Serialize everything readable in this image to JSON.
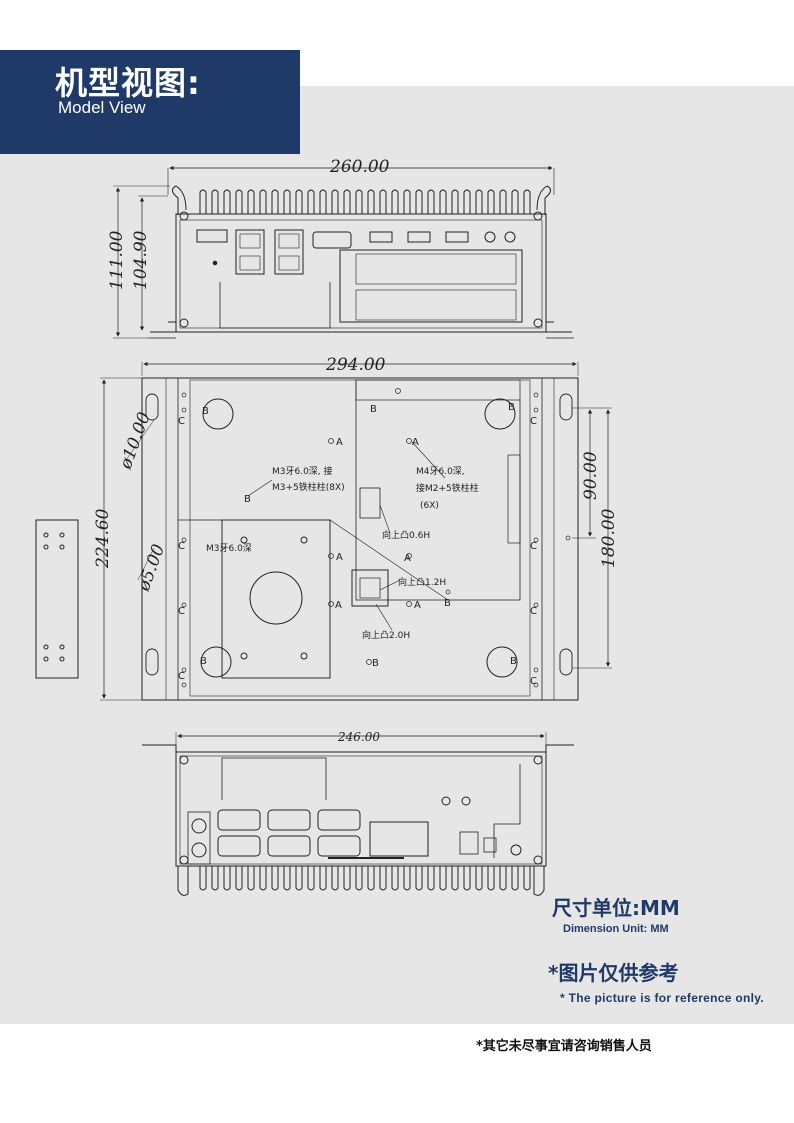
{
  "header": {
    "title_cn": "机型视图:",
    "title_en": "Model View"
  },
  "dimensions": {
    "top_width": "260.00",
    "height_outer": "111.00",
    "height_inner": "104.90",
    "plate_width": "294.00",
    "plate_height": "224.60",
    "hole_dia_large": "ø10.00",
    "hole_dia_small": "ø5.00",
    "slot_pitch_small": "90.00",
    "slot_pitch_large": "180.00",
    "bottom_width": "246.00"
  },
  "annotations": {
    "m3_standoff": "M3牙6.0深, 接",
    "m3_standoff_2": "M3+5铁柱柱(8X)",
    "m4_standoff": "M4牙6.0深,",
    "m4_standoff_2": "接M2+5铁柱柱",
    "m4_standoff_3": "(6X)",
    "m3_left": "M3牙6.0深",
    "raise_06": "向上凸0.6H",
    "raise_12": "向上凸1.2H",
    "raise_20": "向上凸2.0H"
  },
  "notes": {
    "unit_cn": "尺寸单位:MM",
    "unit_en": "Dimension Unit: MM",
    "ref_cn": "*图片仅供参考",
    "ref_en": "* The picture is for reference only.",
    "footer": "*其它未尽事宜请咨询销售人员"
  },
  "colors": {
    "brand_navy": "#1f3a68",
    "panel_gray": "#e6e6e6"
  }
}
